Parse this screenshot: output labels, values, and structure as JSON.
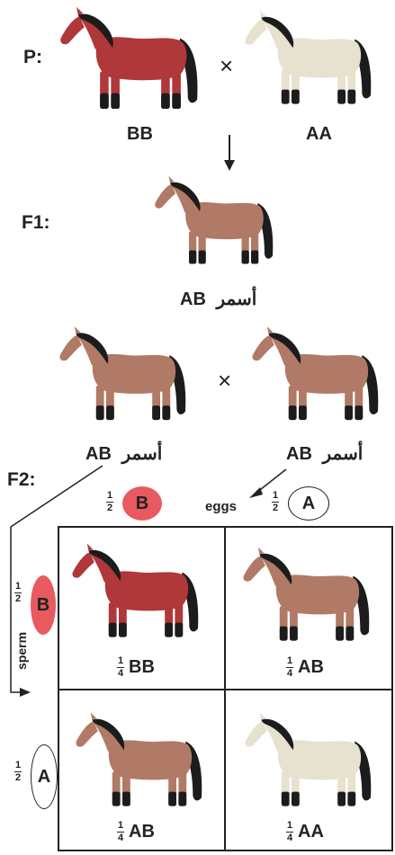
{
  "generation_labels": {
    "p": "P:",
    "f1": "F1:",
    "f2": "F2:"
  },
  "cross_symbol": "×",
  "parents": {
    "left_genotype": "BB",
    "right_genotype": "AA"
  },
  "f1": {
    "genotype": "AB",
    "name": "أسمر"
  },
  "f2_parents": {
    "left_genotype": "AB",
    "left_name": "أسمر",
    "right_genotype": "AB",
    "right_name": "أسمر"
  },
  "gametes": {
    "eggs_label": "eggs",
    "sperm_label": "sperm",
    "fraction_num": "1",
    "fraction_den": "2",
    "allele_b": "B",
    "allele_a": "A"
  },
  "punnett": {
    "fraction_num": "1",
    "fraction_den": "4",
    "cells": [
      {
        "genotype": "BB",
        "coat": "red"
      },
      {
        "genotype": "AB",
        "coat": "roan"
      },
      {
        "genotype": "AB",
        "coat": "roan"
      },
      {
        "genotype": "AA",
        "coat": "white"
      }
    ]
  },
  "colors": {
    "red_coat": "#b0373a",
    "roan_coat": "#b07a66",
    "white_coat": "#e7e1cf",
    "allele_b_fill": "#e85a5f",
    "mane": "#1c1c1c"
  }
}
